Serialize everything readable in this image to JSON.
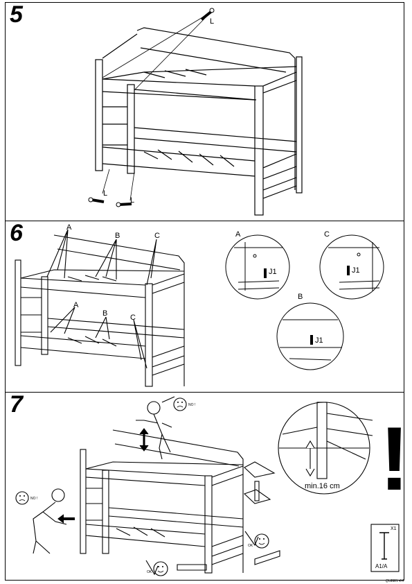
{
  "steps": {
    "step5": {
      "number": "5",
      "parts": [
        "L",
        "L",
        "L"
      ]
    },
    "step6": {
      "number": "6",
      "labels_main": [
        "A",
        "B",
        "C",
        "A",
        "B",
        "C"
      ],
      "details": [
        {
          "letter": "A",
          "part": "J1"
        },
        {
          "letter": "C",
          "part": "J1"
        },
        {
          "letter": "B",
          "part": "J1"
        }
      ]
    },
    "step7": {
      "number": "7",
      "no_label_1": "NO !",
      "no_label_2": "NO !",
      "ok_label_1": "OK",
      "ok_label_2": "OK",
      "measure": "min.16 cm",
      "warning": "!",
      "box": {
        "qty": "X1",
        "part": "A1/A"
      }
    }
  },
  "footer": "QUEEN 4/4"
}
